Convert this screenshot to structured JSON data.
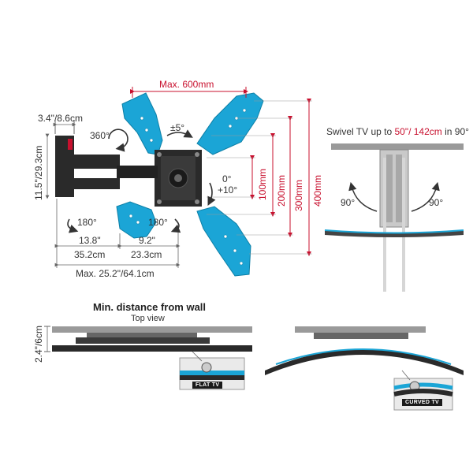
{
  "top_left": {
    "max_width": "Max. 600mm",
    "depth_label": "3.4\"/8.6cm",
    "height_label": "11.5\"/29.3cm",
    "rotate_360": "360°",
    "tilt_pm5": "±5°",
    "tilt_0": "0°",
    "tilt_plus10": "+10°",
    "swivel_180_left": "180°",
    "swivel_180_right": "180°",
    "arm1_in": "13.8\"",
    "arm2_in": "9.2\"",
    "arm1_cm": "35.2cm",
    "arm2_cm": "23.3cm",
    "max_extension": "Max. 25.2\"/64.1cm",
    "vesa_100": "100mm",
    "vesa_200": "200mm",
    "vesa_300": "300mm",
    "vesa_400": "400mm"
  },
  "top_right": {
    "swivel_prefix": "Swivel TV up to ",
    "swivel_size": "50\"/ 142cm",
    "swivel_mid": " in ",
    "swivel_angle": "90°",
    "angle_left": "90°",
    "angle_right": "90°"
  },
  "bottom": {
    "title": "Min. distance from wall",
    "subtitle": "Top view",
    "min_distance": "2.4\"/6cm",
    "flat_tag": "FLAT TV",
    "curved_tag": "CURVED TV"
  },
  "colors": {
    "plate": "#1ba5d6",
    "dim_red": "#c8102e",
    "arm": "#222222"
  }
}
